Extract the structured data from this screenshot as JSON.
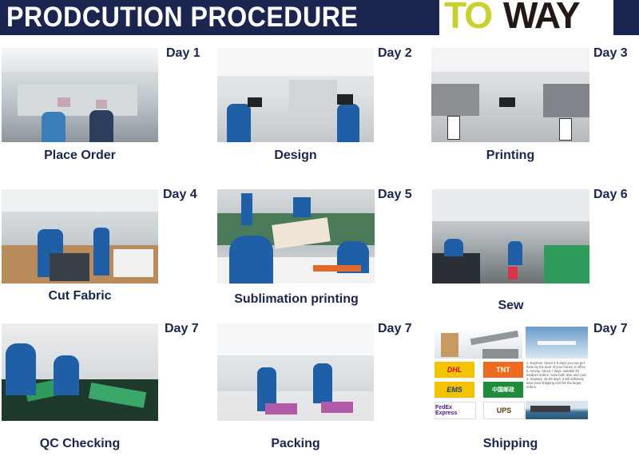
{
  "header": {
    "title": "PRODCUTION PROCEDURE",
    "logo_left": "TO",
    "logo_right": "WAY",
    "colors": {
      "bar": "#1a2550",
      "logo_green": "#c8d22a",
      "logo_dark": "#231815"
    }
  },
  "steps": [
    {
      "day": "Day 1",
      "label": "Place Order",
      "scene": "office-workstations"
    },
    {
      "day": "Day 2",
      "label": "Design",
      "scene": "design-office"
    },
    {
      "day": "Day 3",
      "label": "Printing",
      "scene": "printing-room"
    },
    {
      "day": "Day 4",
      "label": "Cut Fabric",
      "scene": "cutting-room"
    },
    {
      "day": "Day 5",
      "label": "Sublimation printing",
      "scene": "sublimation-press"
    },
    {
      "day": "Day 6",
      "label": "Sew",
      "scene": "sewing-floor"
    },
    {
      "day": "Day 7",
      "label": "QC Checking",
      "scene": "qc-inspection"
    },
    {
      "day": "Day 7",
      "label": "Packing",
      "scene": "packing-room"
    },
    {
      "day": "Day 7",
      "label": "Shipping",
      "scene": "shipping-collage"
    }
  ],
  "shipping": {
    "carriers": [
      "DHL",
      "TNT",
      "EMS",
      "中国邮政",
      "FedEx Express",
      "UPS"
    ],
    "notes": [
      "1. Express: About 3-5 days you can get them by the door of your house or office.",
      "2. Airway: About 7 days; suitable for medium orders; save both time and cost.",
      "3. Seaway: 15-25 days; it will definitely save your shipping cost for the larger orders."
    ]
  }
}
